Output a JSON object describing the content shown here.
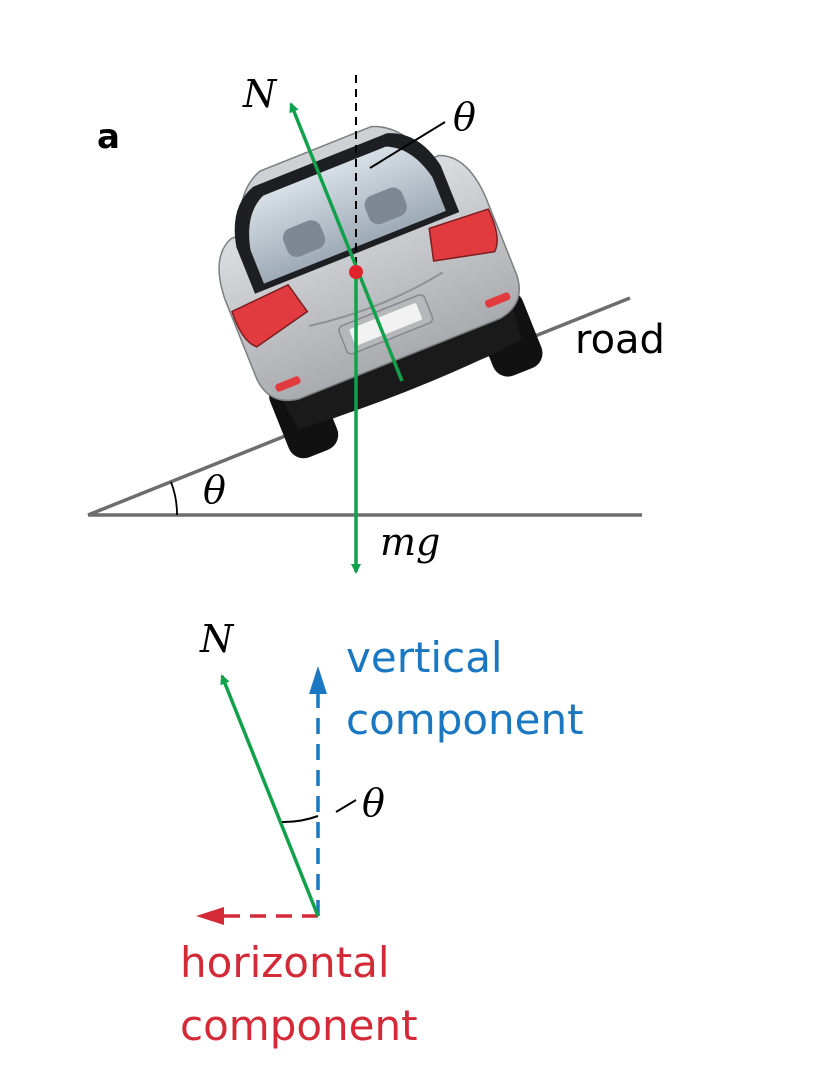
{
  "panel_label": "a",
  "labels": {
    "normal_top": "N",
    "theta_top": "θ",
    "road": "road",
    "theta_incline": "θ",
    "weight": "mg",
    "normal_bottom": "N",
    "vertical_line1": "vertical",
    "vertical_line2": "component",
    "theta_bottom": "θ",
    "horizontal_line1": "horizontal",
    "horizontal_line2": "component"
  },
  "colors": {
    "force_green": "#12a14b",
    "vertical_blue": "#1a77c2",
    "horizontal_red": "#d42a37",
    "road_gray": "#6d6d6d",
    "car_body": "#c9cacc",
    "tail_light": "#e23b3f"
  },
  "icons": {
    "vehicle": "car-rear-view-icon"
  }
}
